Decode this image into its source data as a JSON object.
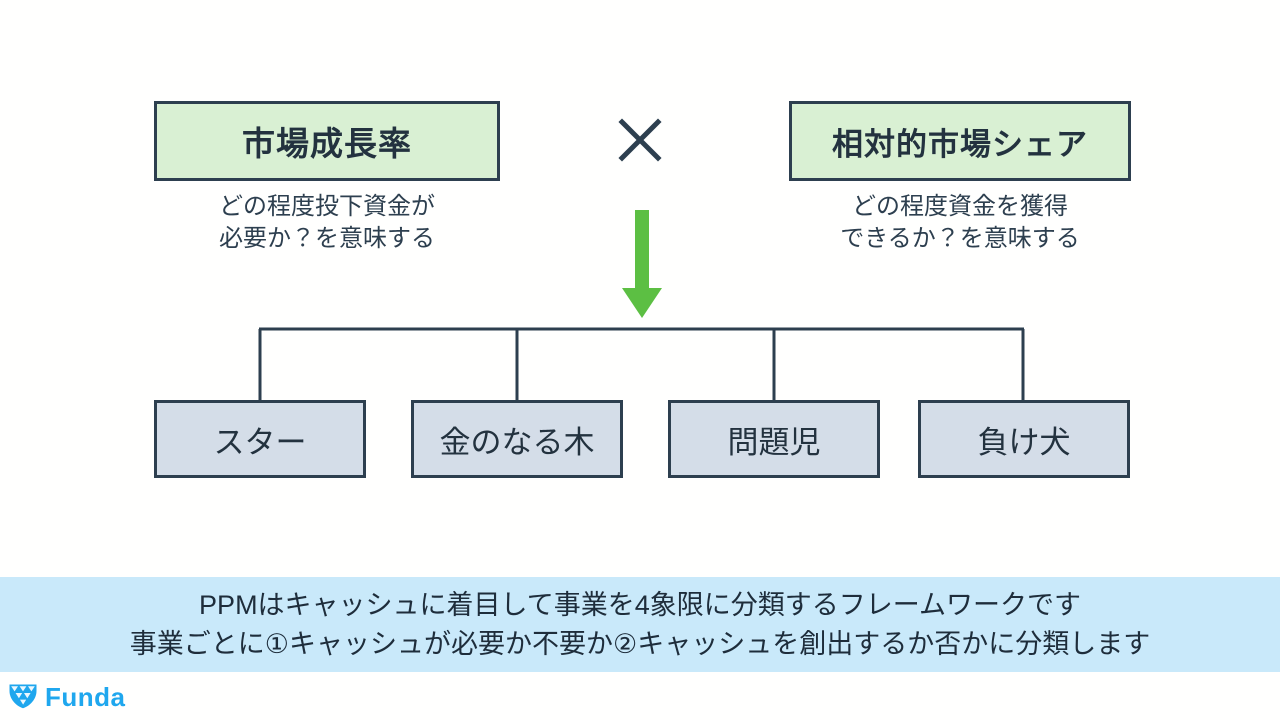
{
  "slide": {
    "background_color": "#ffffff",
    "ink_color": "#2d3f4f"
  },
  "formula": {
    "operator_symbol": "×",
    "operator_name": "multiply-sign",
    "left": {
      "title": "市場成長率",
      "caption": "どの程度投下資金が\n必要か？を意味する",
      "box_fill": "#d9f0d3",
      "box_border": "#2d3f4f"
    },
    "right": {
      "title": "相対的市場シェア",
      "caption": "どの程度資金を獲得\nできるか？を意味する",
      "box_fill": "#d9f0d3",
      "box_border": "#2d3f4f"
    }
  },
  "arrow": {
    "direction": "down",
    "color": "#5cbf43"
  },
  "quadrants": {
    "box_fill": "#d4dde8",
    "box_border": "#2d3f4f",
    "items": [
      {
        "label": "スター"
      },
      {
        "label": "金のなる木"
      },
      {
        "label": "問題児"
      },
      {
        "label": "負け犬"
      }
    ]
  },
  "caption_band": {
    "background_color": "#c9e9fa",
    "lines": [
      "PPMはキャッシュに着目して事業を4象限に分類するフレームワークです",
      "事業ごとに①キャッシュが必要か不要か②キャッシュを創出するか否かに分類します"
    ]
  },
  "footer": {
    "logo_mark": "funda-gem-icon",
    "brand": "Funda",
    "brand_color": "#1fa7ee"
  }
}
